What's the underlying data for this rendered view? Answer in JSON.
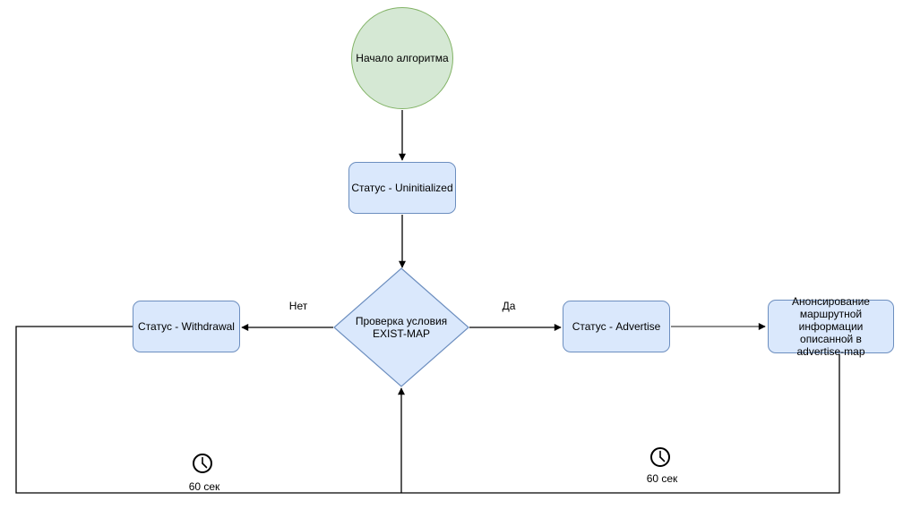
{
  "colors": {
    "node_fill": "#dae8fc",
    "node_stroke": "#6c8ebf",
    "start_fill": "#d5e8d4",
    "start_stroke": "#82b366",
    "line": "#000000",
    "line_gray": "#666666",
    "text": "#000000",
    "bg": "#ffffff"
  },
  "diagram": {
    "type": "flowchart",
    "nodes": {
      "start": {
        "shape": "circle",
        "label": "Начало алгоритма"
      },
      "uninitialized": {
        "shape": "rounded-rect",
        "label": "Статус - Uninitialized"
      },
      "decision": {
        "shape": "diamond",
        "label": "Проверка условия EXIST-MAP"
      },
      "withdrawal": {
        "shape": "rounded-rect",
        "label": "Статус - Withdrawal"
      },
      "advertise": {
        "shape": "rounded-rect",
        "label": "Статус - Advertise"
      },
      "announce": {
        "shape": "rounded-rect",
        "label": "Анонсирование маршрутной информации описанной в advertise-map"
      }
    },
    "edge_labels": {
      "no": "Нет",
      "yes": "Да"
    },
    "timers": {
      "left": {
        "icon": "clock-icon",
        "label": "60 сек"
      },
      "right": {
        "icon": "clock-icon",
        "label": "60 сек"
      }
    }
  }
}
